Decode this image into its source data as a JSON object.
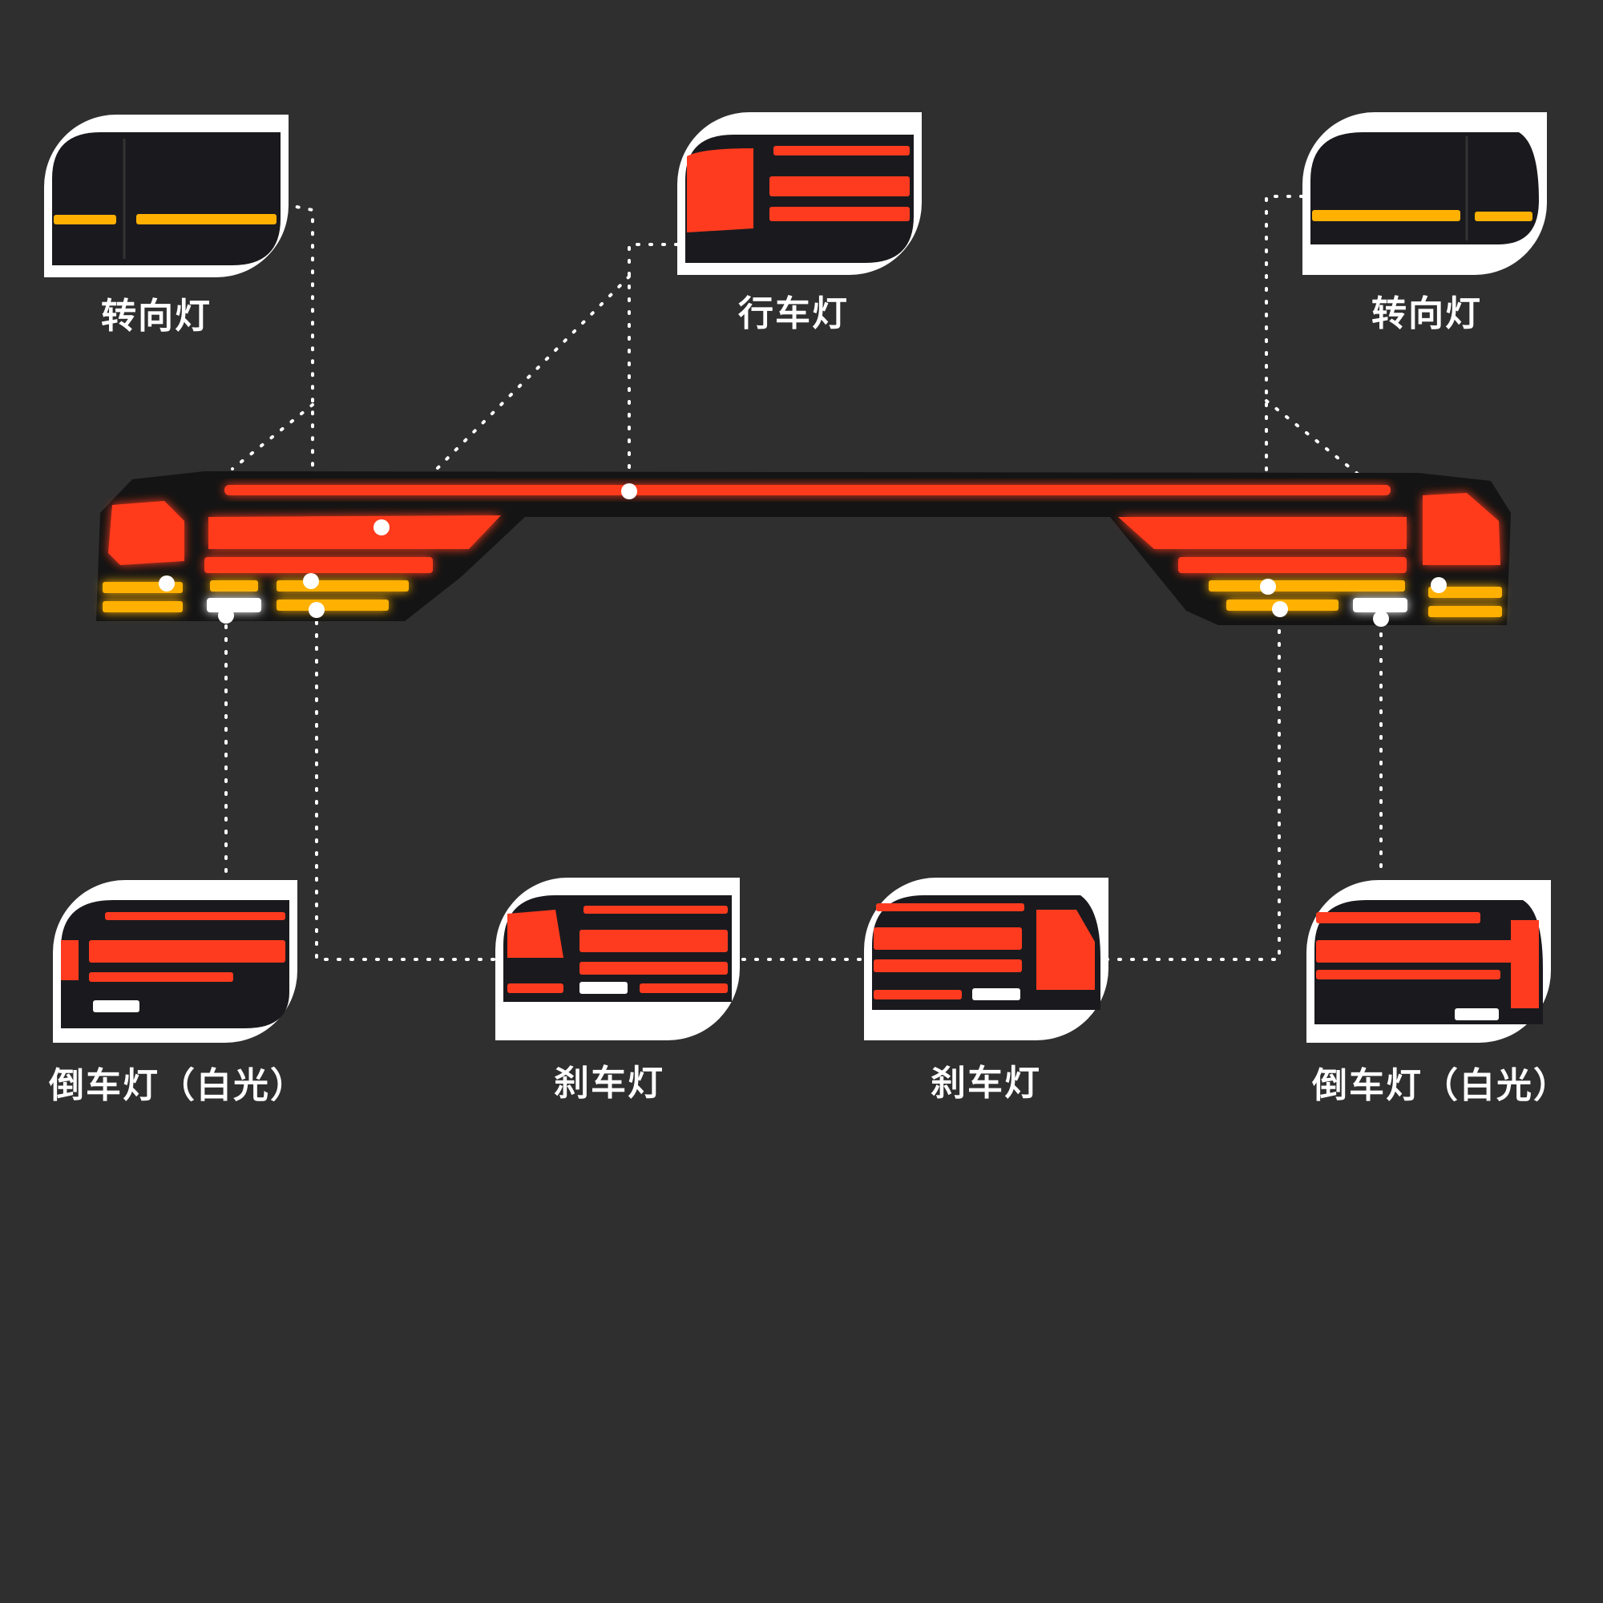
{
  "labels": {
    "turn_left": "转向灯",
    "running": "行车灯",
    "turn_right": "转向灯",
    "reverse_left": "倒车灯（白光）",
    "brake_left": "刹车灯",
    "brake_right": "刹车灯",
    "reverse_right": "倒车灯（白光）"
  },
  "colors": {
    "background": "#2f2f2f",
    "card_frame": "#ffffff",
    "light_red": "#ff3b1f",
    "light_amber": "#ffb000",
    "light_white": "#ffffff",
    "housing": "#151515"
  }
}
